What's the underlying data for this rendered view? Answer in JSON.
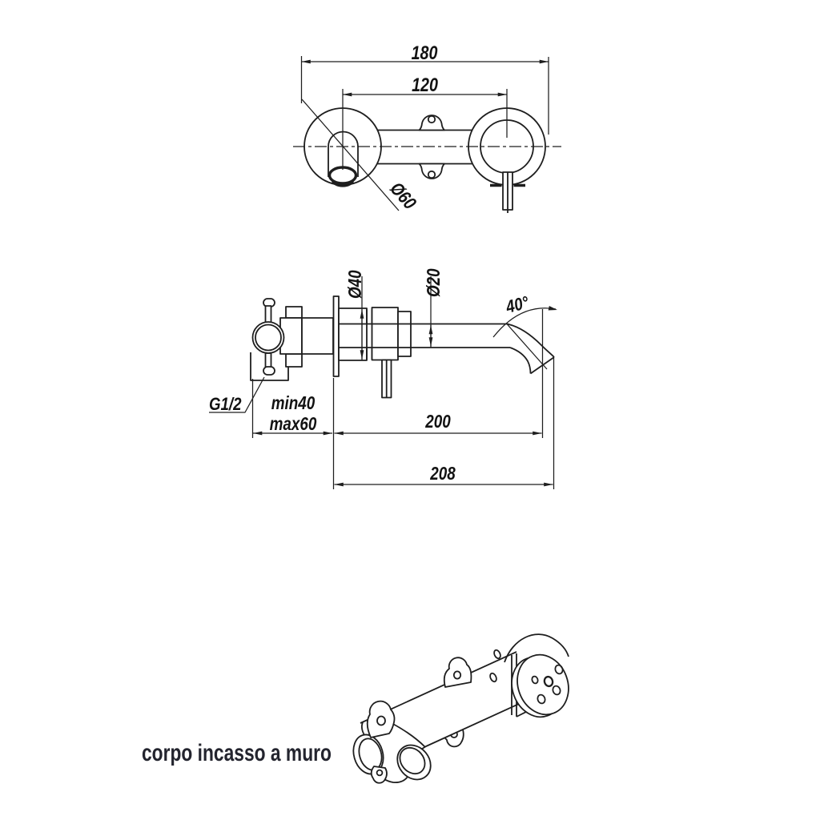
{
  "page": {
    "background": "#ffffff",
    "line_color": "#1e1e1e",
    "dim_text_color": "#121212",
    "caption_color": "#23242e"
  },
  "front_view": {
    "dims": {
      "overall_width": "180",
      "center_distance": "120",
      "rosette_diameter": "Ø60"
    }
  },
  "side_view": {
    "dims": {
      "flange_diameter": "Ø40",
      "spout_diameter": "Ø20",
      "spout_angle": "40°",
      "inlet_thread": "G1/2",
      "recess_depth_min": "min40",
      "recess_depth_max": "max60",
      "spout_reach": "200",
      "overall_projection": "208"
    }
  },
  "isometric_view": {
    "caption": "corpo incasso a muro"
  }
}
